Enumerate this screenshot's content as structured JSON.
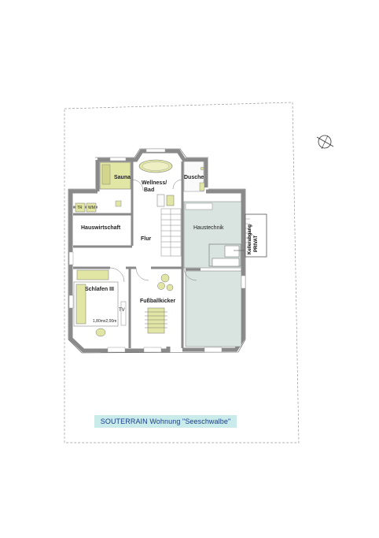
{
  "plan": {
    "title": "SOUTERRAIN  Wohnung \"Seeschwalbe\"",
    "rooms": {
      "sauna": "Sauna",
      "wellness_line1": "Wellness/",
      "wellness_line2": "Bad",
      "dusche": "Dusche",
      "hauswirtschaft": "Hauswirtschaft",
      "flur": "Flur",
      "haustechnik": "Haustechnik",
      "schlafen": "Schlafen III",
      "fussballkicker": "Fußballkicker"
    },
    "entrance_line1": "Kellerabgang",
    "entrance_line2": "PRIVAT",
    "appliance_tr": "TR",
    "appliance_wm": "WM",
    "bed_size": "1,80mx2,00m",
    "tv": "TV"
  },
  "colors": {
    "wall": "#8a8a8a",
    "lime": "#e2e6a4",
    "teal": "#d9e4e0",
    "caption_bg": "#c9ecea",
    "caption_text": "#1a3b8c"
  }
}
